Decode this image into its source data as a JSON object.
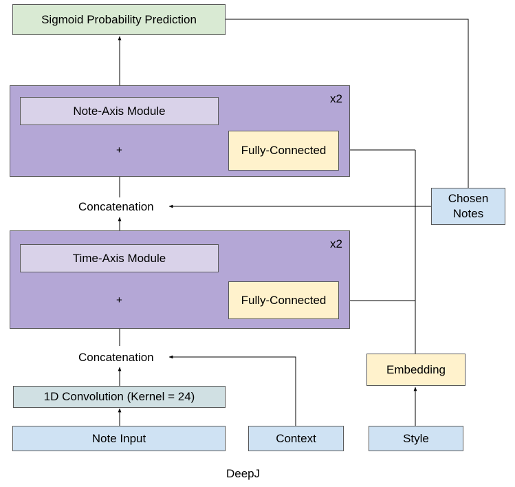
{
  "nodes": {
    "sigmoid": "Sigmoid Probability Prediction",
    "note_axis_module": "Note-Axis Module",
    "time_axis_module": "Time-Axis Module",
    "fully_connected_top": "Fully-Connected",
    "fully_connected_bottom": "Fully-Connected",
    "concatenation_top": "Concatenation",
    "concatenation_bottom": "Concatenation",
    "chosen_notes": "Chosen Notes",
    "conv": "1D Convolution (Kernel = 24)",
    "note_input": "Note Input",
    "context": "Context",
    "embedding": "Embedding",
    "style": "Style"
  },
  "groups": {
    "note_axis_repeat": "x2",
    "time_axis_repeat": "x2"
  },
  "operators": {
    "add_top": "+",
    "add_bottom": "+"
  },
  "caption": "DeepJ"
}
